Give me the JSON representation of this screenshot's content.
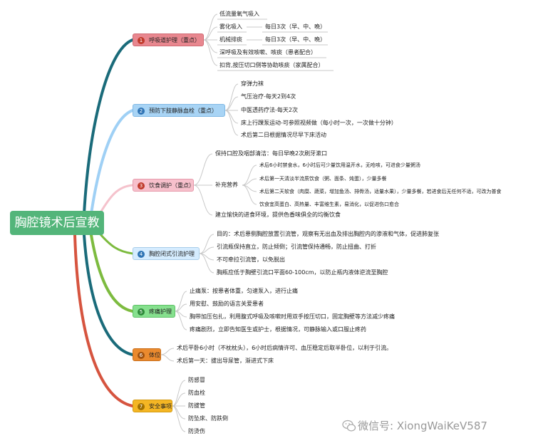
{
  "root": {
    "label": "胸腔镜术后宣教"
  },
  "colors": {
    "b1": "#e8878f",
    "b1line": "#1a6b7a",
    "b2": "#a8d4f5",
    "b2line": "#9fd0f5",
    "b3": "#f7c0cc",
    "b3line": "#f5c2cc",
    "b4": "#d5ecff",
    "b4line": "#7dbb3f",
    "b5": "#86e08e",
    "b5line": "#7dbb3f",
    "b6": "#ea8a2e",
    "b6line": "#1a6b7a",
    "b7": "#f4b624",
    "b7line": "#d6543f"
  },
  "branches": {
    "b1": {
      "num": "1",
      "label": "呼吸道护理（重点）",
      "items": [
        "低流量氧气吸入",
        "雾化吸入",
        "机械排痰",
        "深呼吸及有效咳嗽、咳痰（患者配合）",
        "扣背,按压切口侧等协助咳痰（家属配合）"
      ],
      "sub": [
        "每日3次（早、中、晚）",
        "每日3次（早、中、晚）"
      ]
    },
    "b2": {
      "num": "2",
      "label": "预防下肢静脉血栓（重点）",
      "items": [
        "穿弹力袜",
        "气压治疗-每天2到4次",
        "中医透药疗法-每天2次",
        "床上行踝泵运动-可参照视频做（每小时一次，一次做十分钟）",
        "术后第二日根据情况尽早下床活动"
      ]
    },
    "b3": {
      "num": "3",
      "label": "饮食调护（重点）",
      "items": [
        "保持口腔及咽部清洁：每日早晚2次刷牙漱口",
        "补充营养",
        "建立愉快的进食环境，提供色香味俱全的均衡饮食"
      ],
      "sub": [
        "术后6小时禁食水，6小时后可少量饮用温开水，无呛咳，可进食少量粥汤",
        "术后第一天清淡半流质饮食（粥、面条、炖蛋），少量多餐",
        "术后第二天软食（肉糜、蔬菜，增加鱼汤、排骨汤，适量水果），少量多餐，若进食后无任何不适，可改为普食",
        "饮食宜高蛋白、高热量、丰富维生素，易消化，以促进伤口愈合"
      ]
    },
    "b4": {
      "num": "4",
      "label": "胸腔闭式引流护理",
      "items": [
        "目的：术后患侧胸腔放置引流管，观察有无出血及排出胸腔内的渗液和气体，促进肺复张",
        "引流瓶保持直立，防止倾倒；引流管保持通畅，防止扭曲、打折",
        "不可牵拉引流管，以免脱出",
        "胸瓶应低于胸壁引流口平面60-100cm，以防止瓶内液体逆流至胸腔"
      ]
    },
    "b5": {
      "num": "5",
      "label": "疼痛护理",
      "items": [
        "止痛泵：按患者体重，匀速泵入，进行止痛",
        "用安慰、鼓励的语言关爱患者",
        "胸带加压包扎，利用腹式呼吸及咳嗽时用双手按压切口，固定胸壁等方法减少疼痛",
        "疼痛剧烈，立即告知医生或护士，根据情况，可静脉输入或口服止疼药"
      ]
    },
    "b6": {
      "num": "6",
      "label": "体位",
      "items": [
        "术后平卧6小时（不枕枕头），6小时后病情许可、血压稳定后取半卧位，以利于引流。",
        "术后第一天：拔出导尿管，渐进式下床"
      ]
    },
    "b7": {
      "num": "7",
      "label": "安全事项",
      "items": [
        "防感冒",
        "防血栓",
        "防拔管",
        "防坠床、防跌倒",
        "防烫伤"
      ]
    }
  },
  "watermark": {
    "text": "微信号: XiongWaiKeV587"
  }
}
